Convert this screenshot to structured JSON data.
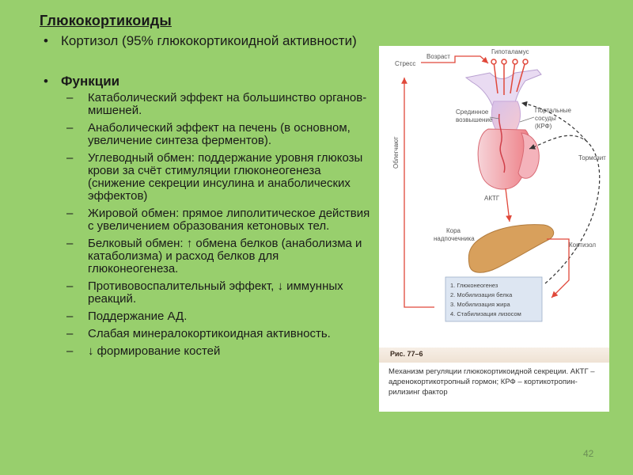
{
  "slide": {
    "title": "Глюкокортикоиды",
    "bullets": [
      {
        "text": "Кортизол (95% глюкокортикоидной активности)"
      },
      {
        "text": "Функции"
      }
    ],
    "functions": [
      "Катаболический эффект на большинство органов-мишеней.",
      "Анаболический эффект на печень (в основном, увеличение синтеза ферментов).",
      "Углеводный обмен: поддержание уровня глюкозы крови за счёт стимуляции глюконеогенеза (снижение секреции инсулина и анаболических эффектов)",
      "Жировой обмен: прямое липолитическое действия с увеличением образования кетоновых тел.",
      "Белковый обмен: ↑ обмена белков (анаболизма и катаболизма) и расход белков для глюконеогенеза.",
      "Противовоспалительный эффект, ↓ иммунных реакций.",
      "Поддержание АД.",
      "Слабая минералокортикоидная активность.",
      "↓ формирование костей"
    ],
    "page_number": "42"
  },
  "figure": {
    "labels": {
      "stress": "Стресс",
      "age": "Возраст",
      "hypothalamus": "Гипоталамус",
      "median_eminence_1": "Срединное",
      "median_eminence_2": "возвышение",
      "portal_1": "Портальные",
      "portal_2": "сосуды",
      "portal_3": "(КРФ)",
      "facilitate": "Облегчают",
      "inhibit": "Тормозит",
      "acth": "АКТГ",
      "cortex_1": "Кора",
      "cortex_2": "надпочечника",
      "cortisol": "Кортизол",
      "effects": [
        "1. Глюконеогенез",
        "2. Мобилизация белка",
        "3. Мобилизация жира",
        "4. Стабилизация лизосом"
      ]
    },
    "fig_number": "Рис. 77–6",
    "caption": "Механизм регуляции глюкокортикоидной секреции. АКТГ – адренокортикотропный гормон; КРФ – кортикотропин-рилизинг фактор"
  }
}
